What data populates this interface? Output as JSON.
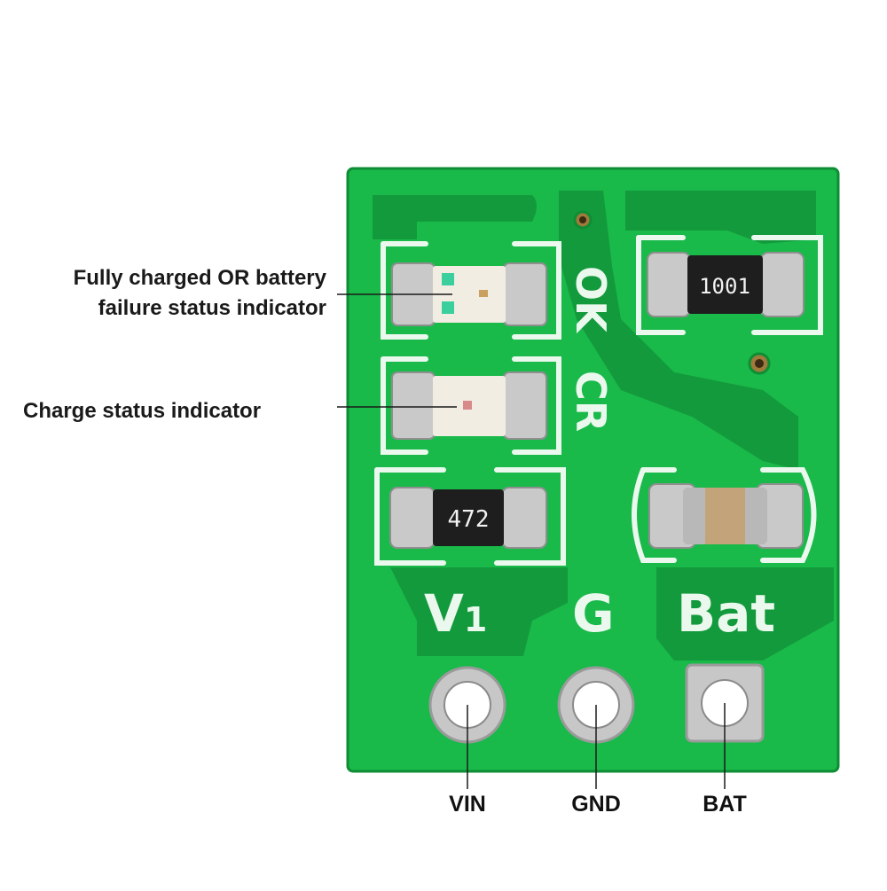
{
  "callouts": {
    "status_full_line1": "Fully charged OR battery",
    "status_full_line2": "failure status indicator",
    "status_charge": "Charge status indicator"
  },
  "pins": {
    "vin": "VIN",
    "gnd": "GND",
    "bat": "BAT"
  },
  "silkscreen": {
    "ok": "OK",
    "cr": "CR",
    "v1": "V1",
    "g": "G",
    "bat": "Bat"
  },
  "components": {
    "resistor_top": "1001",
    "resistor_bottom": "472"
  },
  "colors": {
    "pcb": "#19b94a",
    "pcb_dark": "#139a3c",
    "silkscreen": "#eaf8ee",
    "pad": "#c9c9c9",
    "resistor_body": "#1e1e1e",
    "capacitor_body": "#c2a37a",
    "led_body": "#f1ede2",
    "led_green": "#3ccf9e"
  }
}
